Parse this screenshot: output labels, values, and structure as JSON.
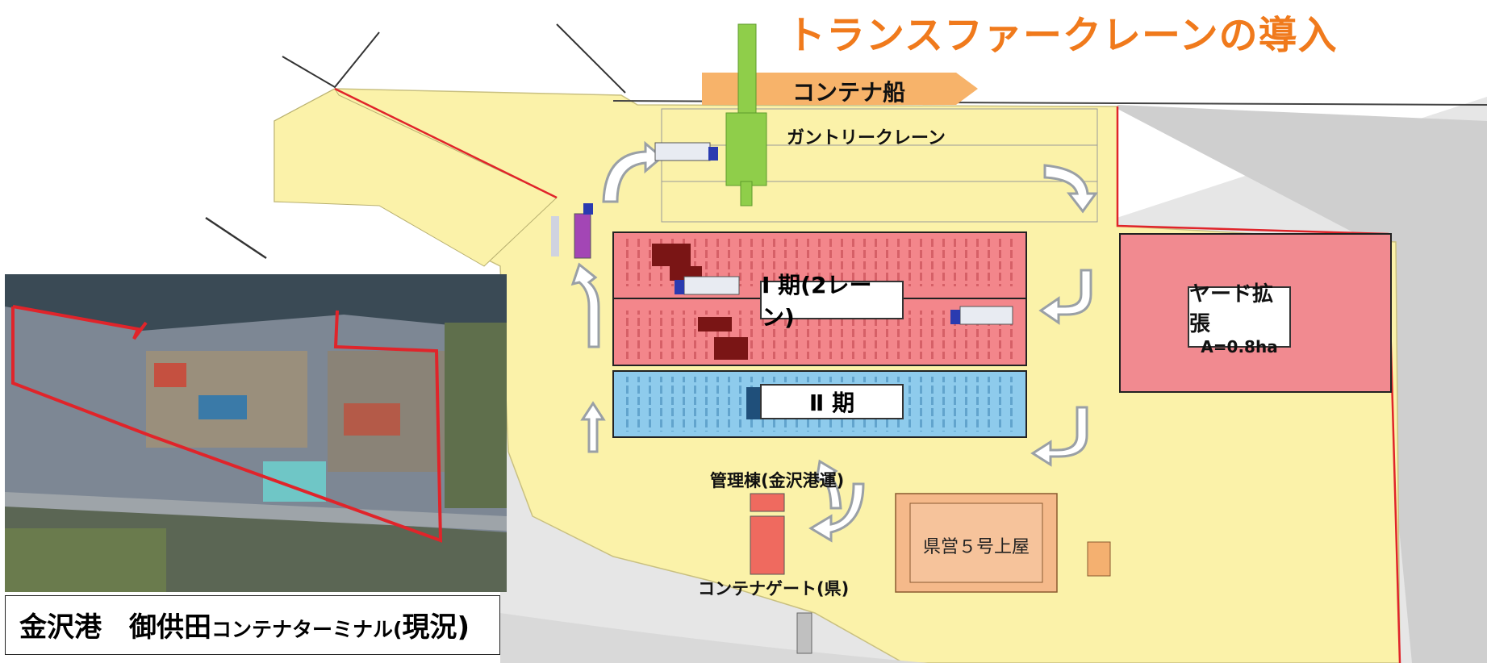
{
  "title": "トランスファークレーンの導入",
  "title_color": "#f07a1c",
  "labels": {
    "container_ship": "コンテナ船",
    "gantry_crane": "ガントリークレーン",
    "phase1": "Ⅰ 期(2レーン)",
    "phase2": "Ⅱ 期",
    "yard_expansion": "ヤード拡張",
    "yard_area": "A=0.8ha",
    "admin_building": "管理棟(金沢港運)",
    "container_gate": "コンテナゲート(県)",
    "warehouse": "県営５号上屋"
  },
  "photo_caption": {
    "main": "金沢港　御供田",
    "suffix": "コンテナターミナル(",
    "status": "現況",
    "close": ")"
  },
  "colors": {
    "terminal_area": "#fbf2a9",
    "phase1_zone": "#f3868b",
    "phase2_zone": "#8ecbec",
    "yard_zone": "#f18a90",
    "ship_arrow": "#f7b36a",
    "crane": "#8fce4a",
    "building": "#f5b98a",
    "boundary": "#e0242a"
  },
  "icons": [
    "truck-icon",
    "flow-arrow-icon",
    "container-icon"
  ]
}
